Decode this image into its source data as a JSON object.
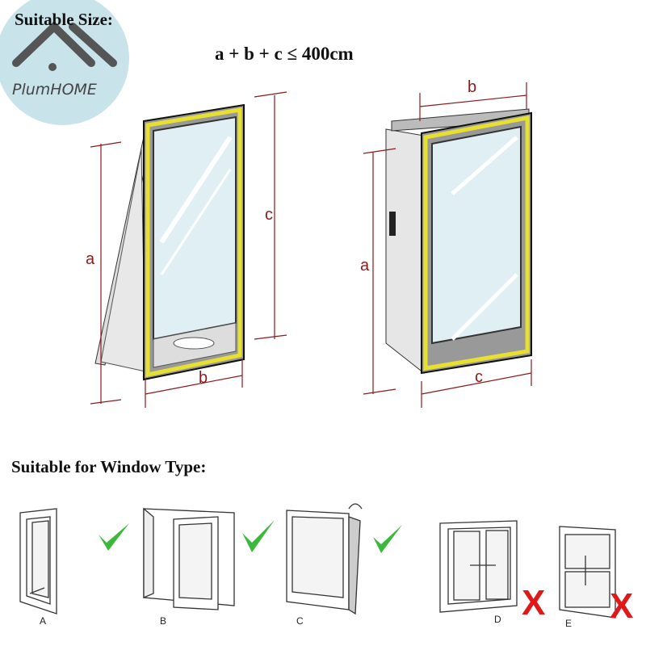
{
  "brand": {
    "name": "PlumHOME"
  },
  "size_section": {
    "heading": "Suitable Size:",
    "formula": "a + b + c ≤ 400cm",
    "left_window_labels": {
      "a": "a",
      "b": "b",
      "c": "c"
    },
    "right_window_labels": {
      "a": "a",
      "b": "b",
      "c": "c"
    }
  },
  "type_section": {
    "heading": "Suitable for Window Type:",
    "types": [
      {
        "label": "A",
        "suitable": true,
        "icon": "check-icon"
      },
      {
        "label": "B",
        "suitable": true,
        "icon": "check-icon"
      },
      {
        "label": "C",
        "suitable": true,
        "icon": "check-icon"
      },
      {
        "label": "D",
        "suitable": false,
        "icon": "cross-icon"
      },
      {
        "label": "E",
        "suitable": false,
        "icon": "cross-icon"
      }
    ]
  },
  "colors": {
    "dimension": "#8b1a1a",
    "seal": "#e8e030",
    "check": "#3cb83c",
    "cross": "#e01818"
  }
}
